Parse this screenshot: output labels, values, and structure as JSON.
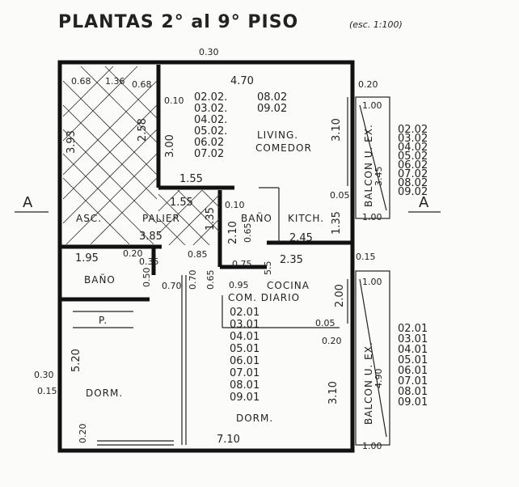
{
  "title": "PLANTAS 2° al 9° PISO",
  "scale": "(esc. 1:100)",
  "section_labels": [
    "A",
    "A"
  ],
  "rooms": {
    "living": "LIVING.",
    "comedor": "COMEDOR",
    "asc": "ASC.",
    "palier": "PALIER",
    "bano_upper": "BAÑO",
    "kitch": "KITCH.",
    "bano_lower": "BAÑO",
    "cocina": "COCINA",
    "com_diario": "COM. DIARIO",
    "p": "P.",
    "dorm_left": "DORM.",
    "dorm_right": "DORM.",
    "balcon_upper": "BALCON U. EX.",
    "balcon_lower": "BALCON U. EX."
  },
  "dimensions": {
    "top_030": "0.30",
    "living_width": "4.70",
    "stair_068_a": "0.68",
    "stair_136": "1.36",
    "stair_068_b": "0.68",
    "small_010": "0.10",
    "right_020": "0.20",
    "balcony_depth": "1.00",
    "stair_393": "3.93",
    "stair_258": "2.58",
    "living_300": "3.00",
    "living_310": "3.10",
    "hall_155_a": "1.55",
    "hall_155_b": "1.55",
    "kitch_005": "0.05",
    "balcony_100_a": "1.00",
    "hall_135": "1.35",
    "bath_210": "2.10",
    "kitch_135": "1.35",
    "hall_385": "3.85",
    "kitch_245": "2.45",
    "bath_065": "0.65",
    "bath_195": "1.95",
    "small_020": "0.20",
    "duct_035": "0.35",
    "duct_085": "0.85",
    "bath_075": "0.75",
    "bath_055": "5.5",
    "kitch_235": "2.35",
    "right_015": "0.15",
    "bath_050": "0.50",
    "bath_070_a": "0.70",
    "bath_070_b": "0.70",
    "kitch_095": "0.95",
    "kitch_200": "2.00",
    "balcony_100_b": "1.00",
    "dorm_520": "5.20",
    "left_030": "0.30",
    "left_015": "0.15",
    "dorm_310": "3.10",
    "left_020": "0.20",
    "dorm_710": "7.10",
    "balcony_100_c": "1.00",
    "balcony_345": "3.45",
    "balcony_490": "4.90"
  },
  "units": {
    "living": [
      "02.02.",
      "08.02",
      "03.02.",
      "09.02",
      "04.02.",
      "05.02.",
      "06.02",
      "07.02"
    ],
    "balcony_upper": [
      "02.02",
      "03.02",
      "04.02",
      "05.02",
      "06.02",
      "07.02",
      "08.02",
      "09.02"
    ],
    "dorm": [
      "02.01",
      "03.01",
      "04.01",
      "05.01",
      "06.01",
      "07.01",
      "08.01",
      "09.01"
    ],
    "balcony_lower": [
      "02.01",
      "03.01",
      "04.01",
      "05.01",
      "06.01",
      "07.01",
      "08.01",
      "09.01"
    ]
  }
}
